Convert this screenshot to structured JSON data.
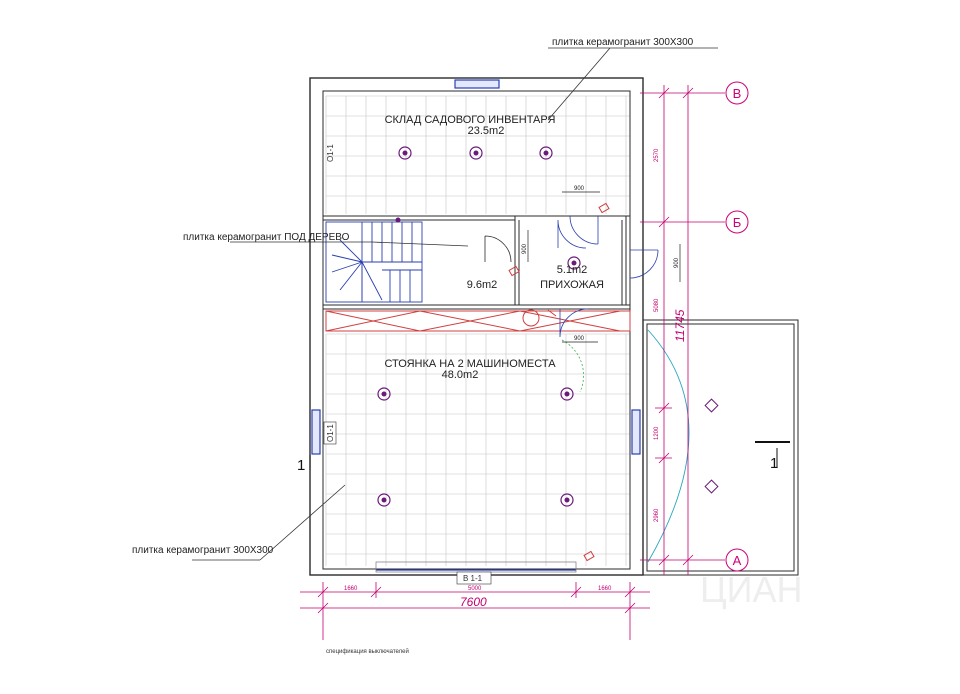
{
  "rooms": {
    "storage": {
      "name": "СКЛАД САДОВОГО ИНВЕНТАРЯ",
      "area": "23.5m2"
    },
    "stair_room": {
      "area": "9.6m2"
    },
    "hall": {
      "area": "5.1m2",
      "name": "ПРИХОЖАЯ"
    },
    "parking": {
      "name": "СТОЯНКА НА 2 МАШИНОМЕСТА",
      "area": "48.0m2"
    }
  },
  "notes": {
    "top": "плитка керамогранит 300Х300",
    "wood": "плитка керамогранит ПОД ДЕРЕВО",
    "bottom": "плитка керамогранит 300Х300",
    "spec": "спецификация выключателей"
  },
  "dimensions": {
    "total_width": "7600",
    "total_height": "11745",
    "bottom_segments": [
      "1660",
      "5000",
      "1660"
    ],
    "right_segments": [
      "2570",
      "5080",
      "1200",
      "2960"
    ],
    "door_900_a": "900",
    "door_900_b": "900",
    "door_900_c": "900",
    "door_900_d": "900"
  },
  "axes": {
    "top": "В",
    "middle": "Б",
    "bottom": "А"
  },
  "sections": {
    "top_left": "О1-1",
    "left": "О1-1",
    "bottom": "В 1-1",
    "mark_left": "1",
    "mark_right": "1"
  },
  "watermark": "ЦИАН",
  "colors": {
    "wall": "#2b2b2b",
    "tile_grid": "#b8b8b8",
    "dimension": "#c0006f",
    "window": "#2a3fb0",
    "fixture": "#6a1b7a",
    "red": "#d04040",
    "door_arc": "#2aa6c0"
  }
}
